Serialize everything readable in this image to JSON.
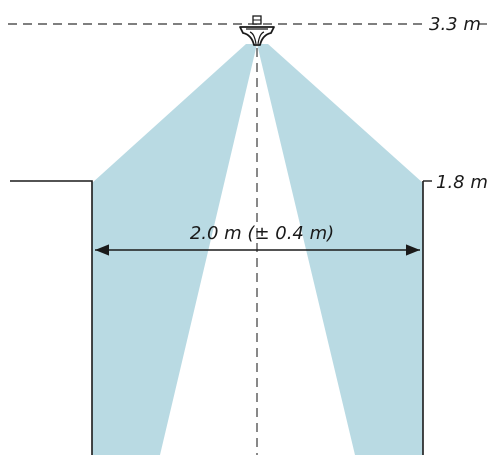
{
  "labels": {
    "ceiling_height": "3.3 m",
    "zone_height": "1.8 m",
    "zone_width": "2.0 m (± 0.4 m)"
  },
  "colors": {
    "beam": "#b9dae3",
    "line": "#1a1a1a",
    "dashed": "#555555"
  },
  "icons": {
    "sensor": "ceiling-sensor-icon"
  }
}
